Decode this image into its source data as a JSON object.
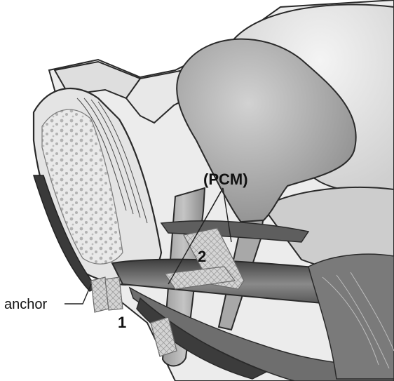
{
  "labels": {
    "pcm": "(PCM)",
    "anchor": "anchor",
    "marker_1": "1",
    "marker_2": "2"
  },
  "colors": {
    "outline": "#2a2a2a",
    "bone_fill": "#e6e6e6",
    "bone_pattern": "#a8a8a8",
    "organ_fill": "#9c9c9c",
    "organ_light": "#c8c8c8",
    "muscle_dark": "#5a5a5a",
    "muscle_mid": "#8a8a8a",
    "mesh": "#b9b9b9"
  }
}
